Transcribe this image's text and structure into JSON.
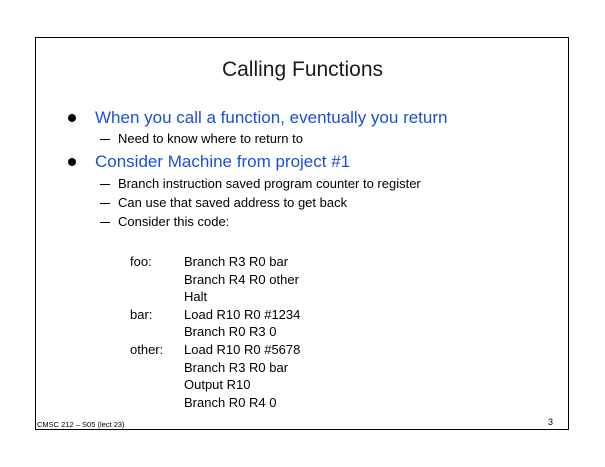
{
  "slide": {
    "title": "Calling Functions",
    "bullets": [
      {
        "text": "When you call a function, eventually you return",
        "subs": [
          "Need to know where to return to"
        ]
      },
      {
        "text": "Consider Machine from project #1",
        "subs": [
          "Branch instruction saved program counter to register",
          "Can use that saved address to get back",
          "Consider this code:"
        ]
      }
    ],
    "code": [
      {
        "label": "foo:",
        "instr": "Branch R3 R0 bar"
      },
      {
        "label": "",
        "instr": "Branch R4 R0 other"
      },
      {
        "label": "",
        "instr": "Halt"
      },
      {
        "label": "bar:",
        "instr": "Load R10 R0 #1234"
      },
      {
        "label": "",
        "instr": "Branch R0 R3 0"
      },
      {
        "label": "other:",
        "instr": "Load R10 R0 #5678"
      },
      {
        "label": "",
        "instr": "Branch R3 R0 bar"
      },
      {
        "label": "",
        "instr": "Output R10"
      },
      {
        "label": "",
        "instr": "Branch R0 R4 0"
      }
    ],
    "footer": "CMSC 212 – S05 (lect 23)",
    "page_number": "3"
  },
  "colors": {
    "bullet_text": "#1a4fd6",
    "body_text": "#000000",
    "border": "#000000"
  }
}
